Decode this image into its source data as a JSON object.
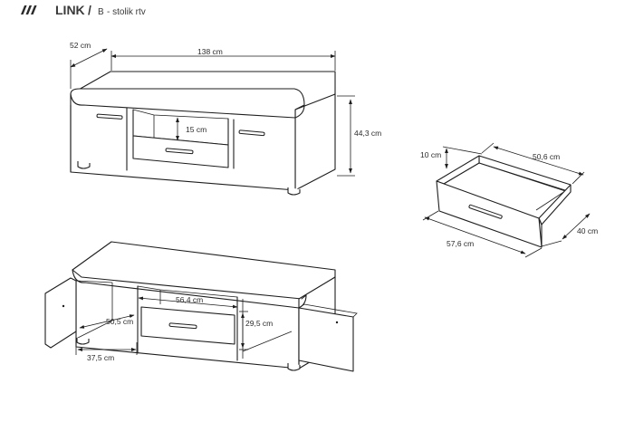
{
  "header": {
    "brand": "LINK",
    "model_code": "B",
    "model_name": "- stolik rtv"
  },
  "dimensions": {
    "depth": "52 cm",
    "width": "138 cm",
    "height": "44,3 cm",
    "niche_height": "15 cm",
    "drawer_height": "10 cm",
    "drawer_depth": "50,6 cm",
    "drawer_width": "57,6 cm",
    "drawer_length": "40 cm",
    "inner_width": "56,4 cm",
    "inner_depth": "50,5 cm",
    "inner_height": "29,5 cm",
    "door_width": "37,5 cm"
  }
}
